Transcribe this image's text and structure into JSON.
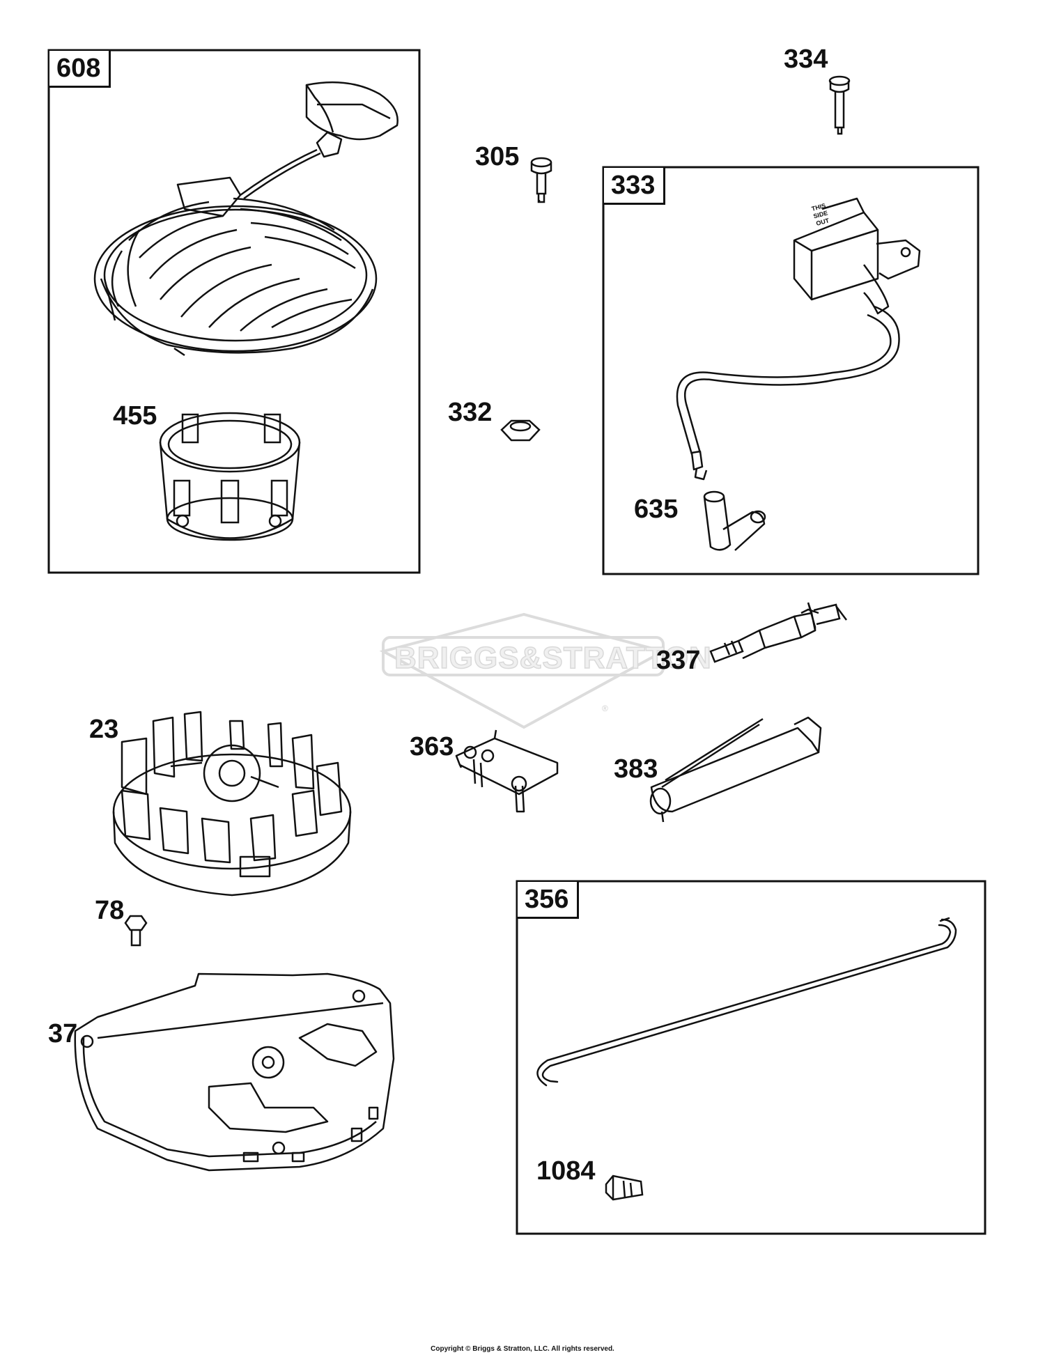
{
  "watermark": {
    "text": "BRIGGS&STRATTON",
    "registered": "®"
  },
  "boxes": {
    "b608": "608",
    "b333": "333",
    "b356": "356"
  },
  "labels": {
    "l334": "334",
    "l305": "305",
    "l455": "455",
    "l332": "332",
    "l635": "635",
    "l337": "337",
    "l23": "23",
    "l363": "363",
    "l383": "383",
    "l78": "78",
    "l37": "37",
    "l1084": "1084"
  },
  "ignition_coil_text": "THIS SIDE OUT",
  "copyright": "Copyright © Briggs & Stratton, LLC. All rights reserved."
}
